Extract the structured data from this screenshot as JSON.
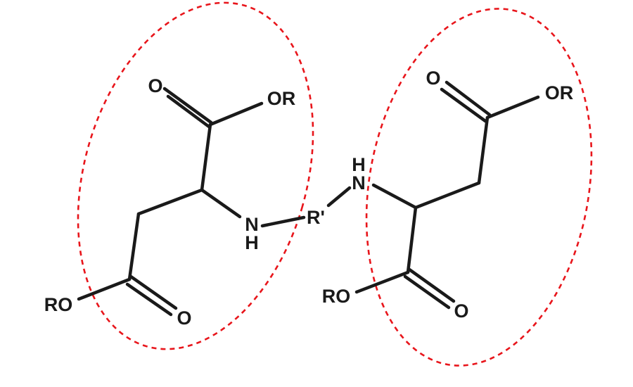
{
  "diagram": {
    "type": "chemical-structure",
    "left_unit": {
      "carbonyl_o_top": "O",
      "ester_top": "OR",
      "ester_bottom": "RO",
      "carbonyl_o_bottom": "O",
      "amine_n": "N",
      "amine_h": "H"
    },
    "linker": "R'",
    "right_unit": {
      "carbonyl_o_top": "O",
      "ester_top": "OR",
      "ester_bottom": "RO",
      "carbonyl_o_bottom": "O",
      "amine_n": "N",
      "amine_h": "H"
    },
    "colors": {
      "bond": "#1a1a1a",
      "highlight": "#e8151b"
    }
  }
}
